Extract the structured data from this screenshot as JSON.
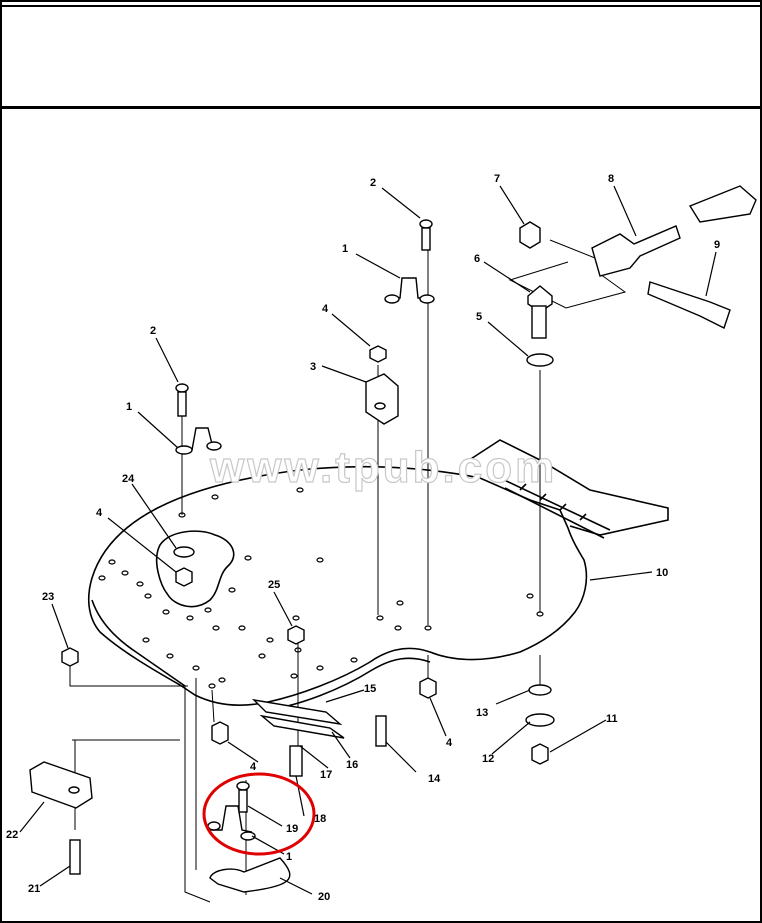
{
  "header": {
    "title": ""
  },
  "watermark": "www.tpub.com",
  "highlight_color": "#e00000",
  "callouts": [
    "1",
    "2",
    "3",
    "4",
    "5",
    "6",
    "7",
    "8",
    "9",
    "10",
    "11",
    "12",
    "13",
    "14",
    "15",
    "16",
    "17",
    "18",
    "19",
    "20",
    "21",
    "22",
    "23",
    "24",
    "25"
  ]
}
